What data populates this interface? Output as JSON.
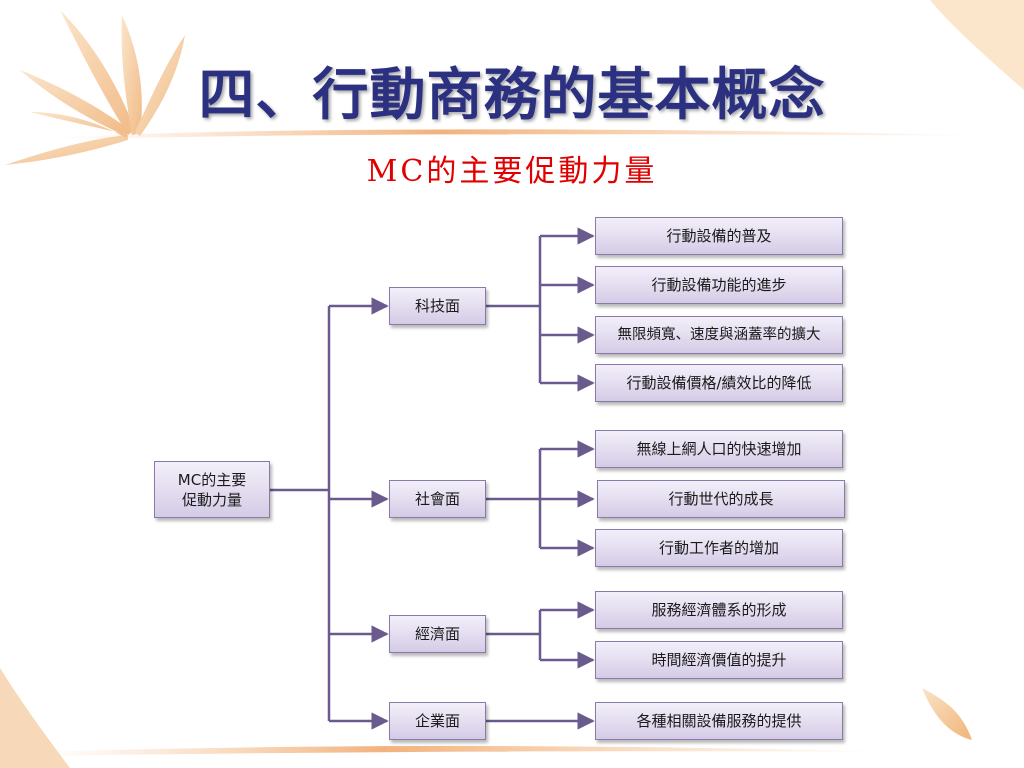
{
  "title": "四、行動商務的基本概念",
  "subtitle": "MC的主要促動力量",
  "diagram": {
    "root": {
      "line1": "MC的主要",
      "line2": "促動力量"
    },
    "categories": [
      "科技面",
      "社會面",
      "經濟面",
      "企業面"
    ],
    "tech_items": [
      "行動設備的普及",
      "行動設備功能的進步",
      "無限頻寬、速度與涵蓋率的擴大",
      "行動設備價格/績效比的降低"
    ],
    "social_items": [
      "無線上網人口的快速增加",
      "行動世代的成長",
      "行動工作者的增加"
    ],
    "economic_items": [
      "服務經濟體系的形成",
      "時間經濟價值的提升"
    ],
    "enterprise_items": [
      "各種相關設備服務的提供"
    ]
  }
}
